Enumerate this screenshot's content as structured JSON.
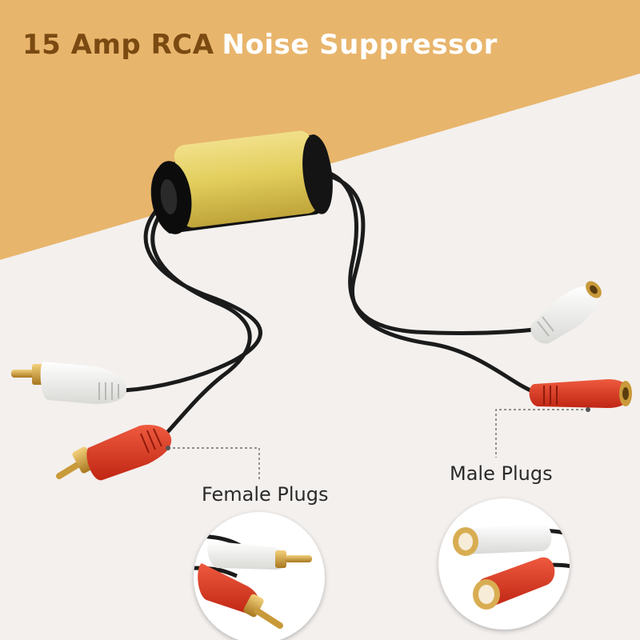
{
  "headline": {
    "part1": "15 Amp RCA",
    "part2": "Noise Suppressor"
  },
  "callouts": {
    "female": "Female Plugs",
    "male": "Male Plugs"
  },
  "colors": {
    "banner": "#e8b56c",
    "background": "#f3f0ee",
    "headline_dark": "#7a4a12",
    "headline_light": "#ffffff",
    "cylinder_gold": "#e3cf5e",
    "cable": "#1b1b1b",
    "plug_red": "#d9361f",
    "plug_white": "#f2f2f0",
    "gold_tip": "#c99a3a"
  }
}
